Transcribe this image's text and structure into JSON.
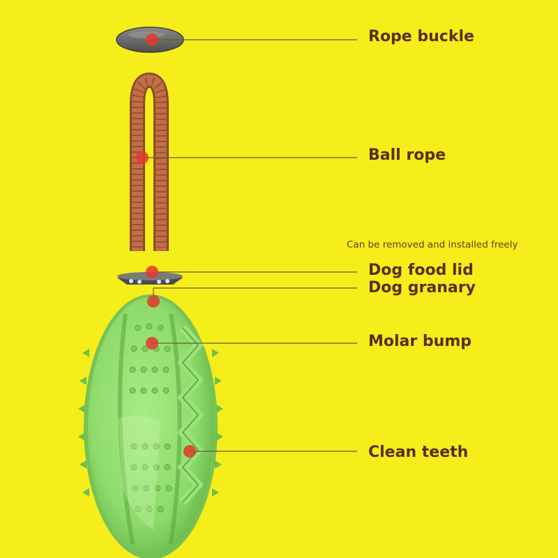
{
  "parts": [
    {
      "label": "Rope buckle"
    },
    {
      "label": "Ball rope"
    },
    {
      "label": "Dog food lid"
    },
    {
      "label": "Dog granary"
    },
    {
      "label": "Molar bump"
    },
    {
      "label": "Clean teeth"
    }
  ],
  "note": "Can be removed and installed freely",
  "colors": {
    "background": "#F5EE1A",
    "label_text": "#5A2E12",
    "leader_line": "#6B5A2A",
    "marker": "#E23A2E",
    "ball_green": "#8EDB6A",
    "rope": "#B0603A",
    "buckle": "#6E6E6E"
  }
}
